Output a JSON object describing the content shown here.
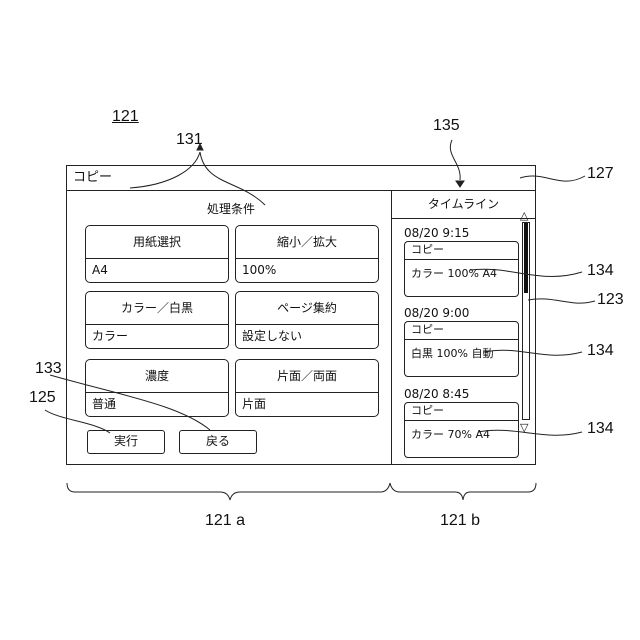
{
  "refs": {
    "r121": "121",
    "r131": "131",
    "r135": "135",
    "r127": "127",
    "r134a": "134",
    "r123": "123",
    "r134b": "134",
    "r133": "133",
    "r125": "125",
    "r134c": "134",
    "r121a": "121 a",
    "r121b": "121 b"
  },
  "window": {
    "title": "コピー"
  },
  "conditions": {
    "heading": "処理条件",
    "cards": [
      {
        "label": "用紙選択",
        "value": "A4"
      },
      {
        "label": "縮小／拡大",
        "value": "100%"
      },
      {
        "label": "カラー／白黒",
        "value": "カラー"
      },
      {
        "label": "ページ集約",
        "value": "設定しない"
      },
      {
        "label": "濃度",
        "value": "普通"
      },
      {
        "label": "片面／両面",
        "value": "片面"
      }
    ],
    "execute_label": "実行",
    "back_label": "戻る"
  },
  "timeline": {
    "heading": "タイムライン",
    "entries": [
      {
        "time": "08/20 9:15",
        "title": "コピー",
        "detail": "カラー 100% A4"
      },
      {
        "time": "08/20 9:00",
        "title": "コピー",
        "detail": "白黒 100% 自動"
      },
      {
        "time": "08/20 8:45",
        "title": "コピー",
        "detail": "カラー 70% A4"
      }
    ],
    "scroll_up": "△",
    "scroll_down": "▽"
  }
}
